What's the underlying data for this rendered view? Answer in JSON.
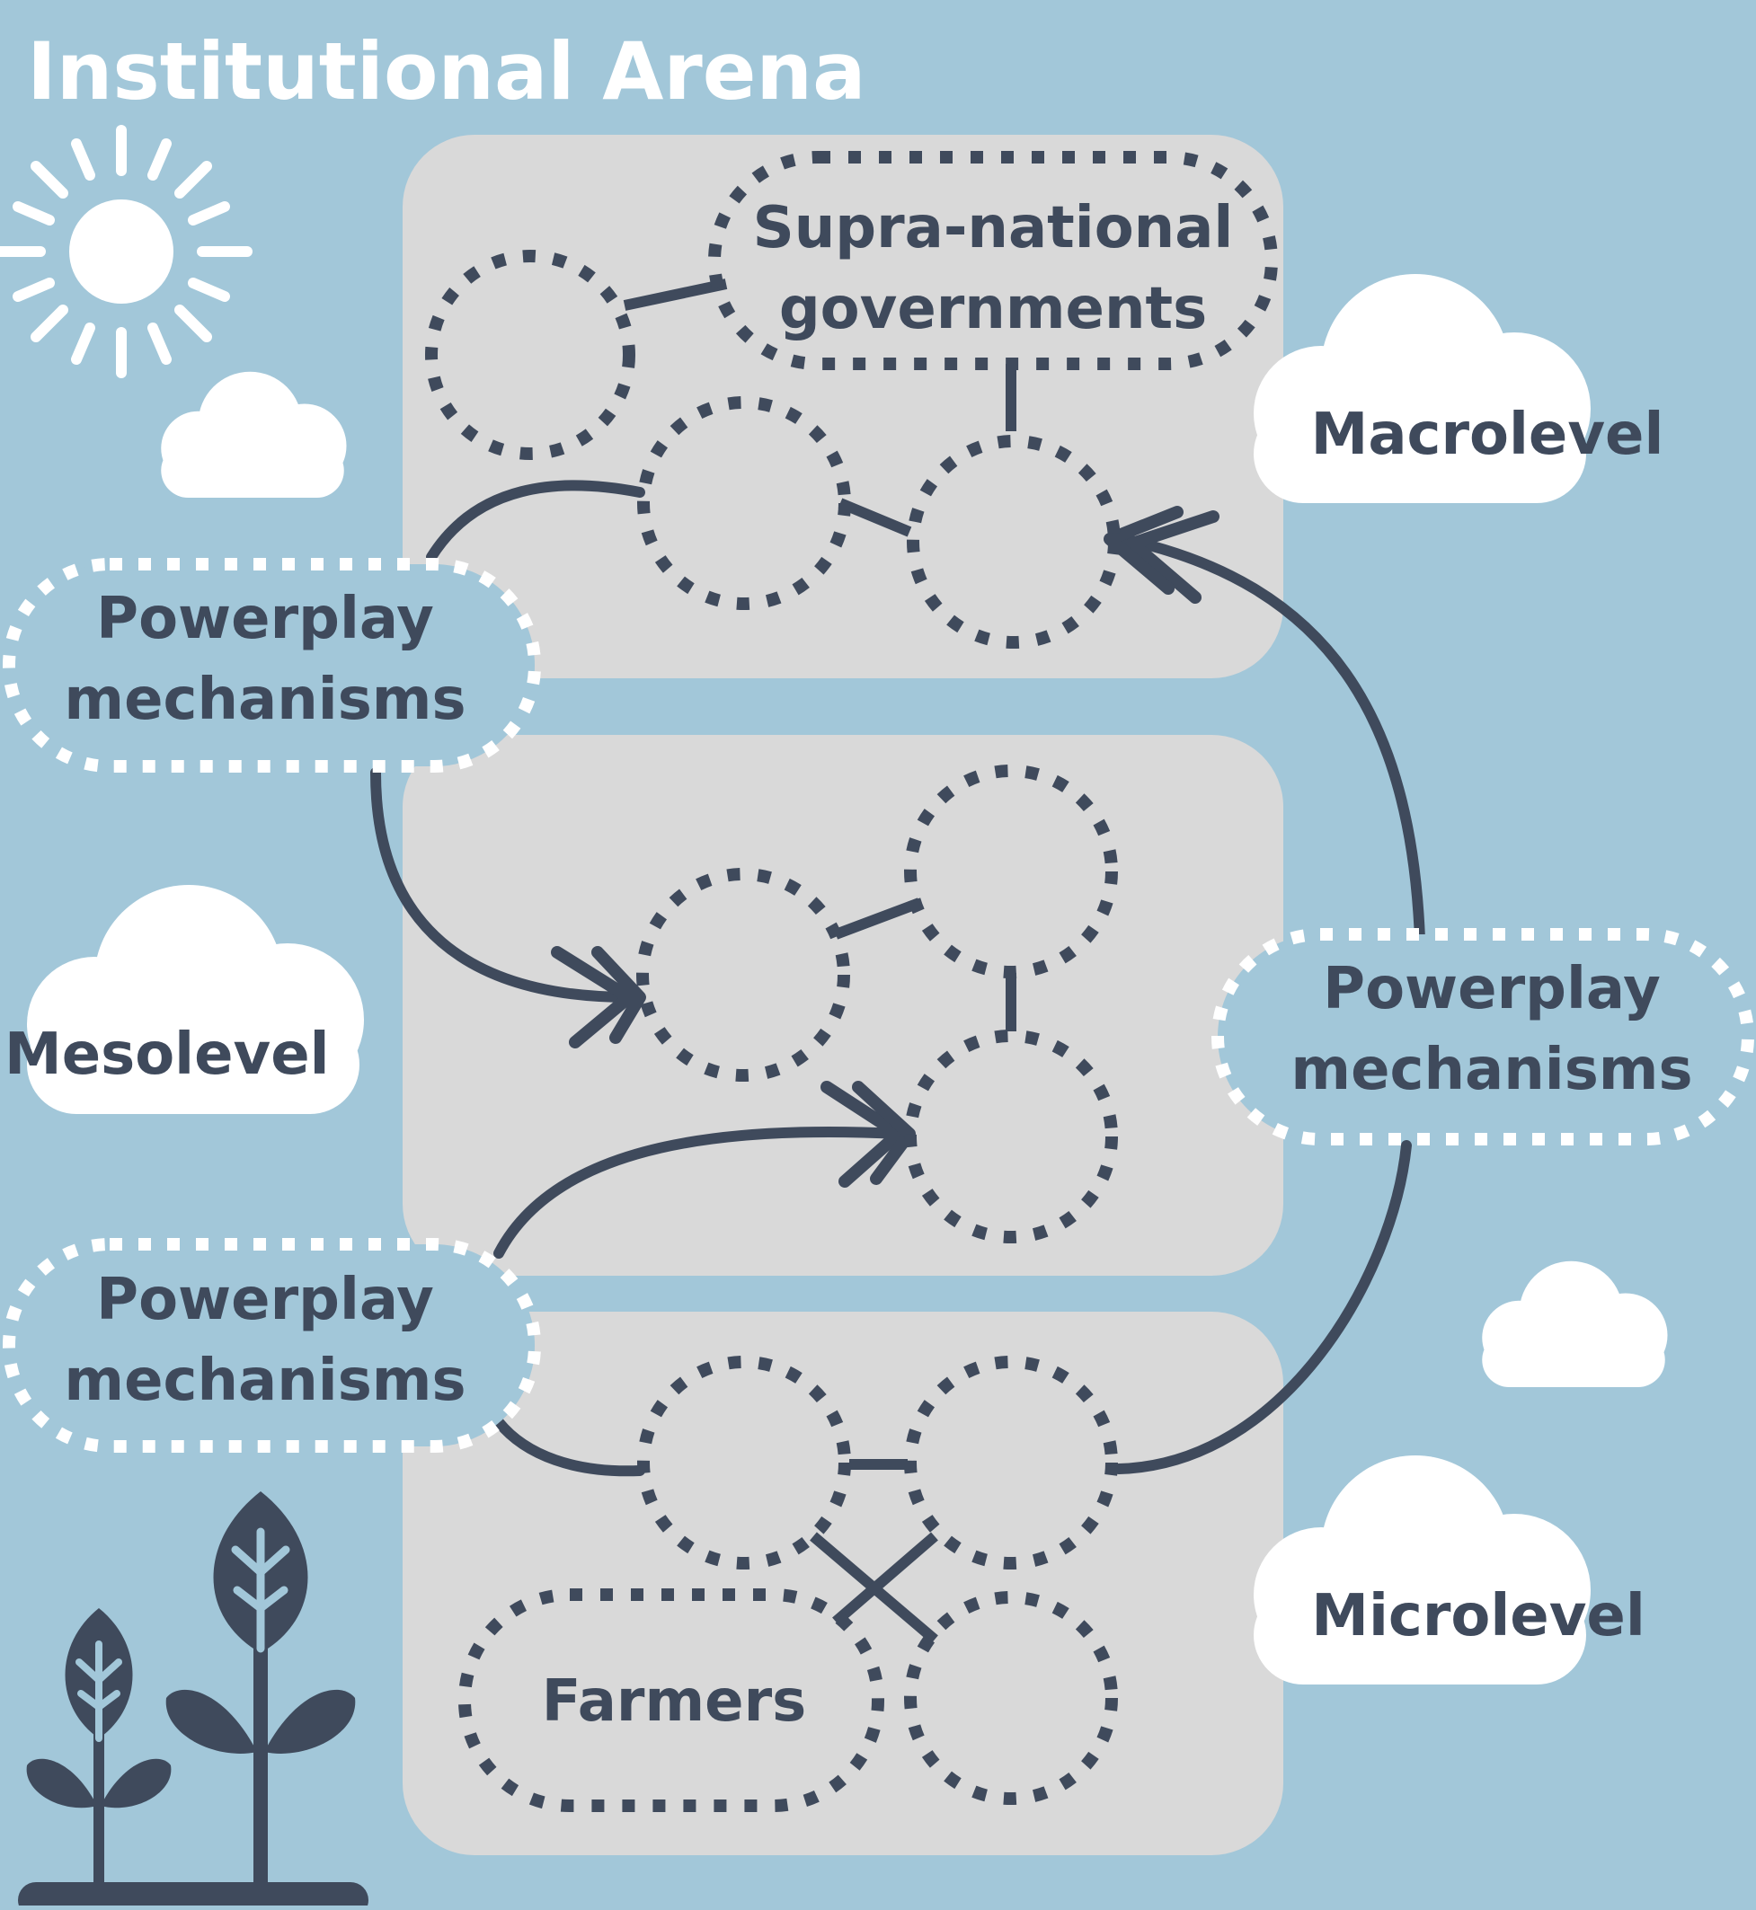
{
  "title": "Institutional Arena",
  "levels": {
    "macro": "Macrolevel",
    "meso": "Mesolevel",
    "micro": "Microlevel"
  },
  "nodes": {
    "supranational_line1": "Supra-national",
    "supranational_line2": "governments",
    "farmers": "Farmers"
  },
  "mechanisms": {
    "upper_left": [
      "Powerplay",
      "mechanisms"
    ],
    "right": [
      "Powerplay",
      "mechanisms"
    ],
    "lower_left": [
      "Powerplay",
      "mechanisms"
    ]
  },
  "colors": {
    "sky": "#a2c7d9",
    "panel": "#d9d9d9",
    "ink": "#3f4a5c",
    "cloud": "#ffffff"
  }
}
